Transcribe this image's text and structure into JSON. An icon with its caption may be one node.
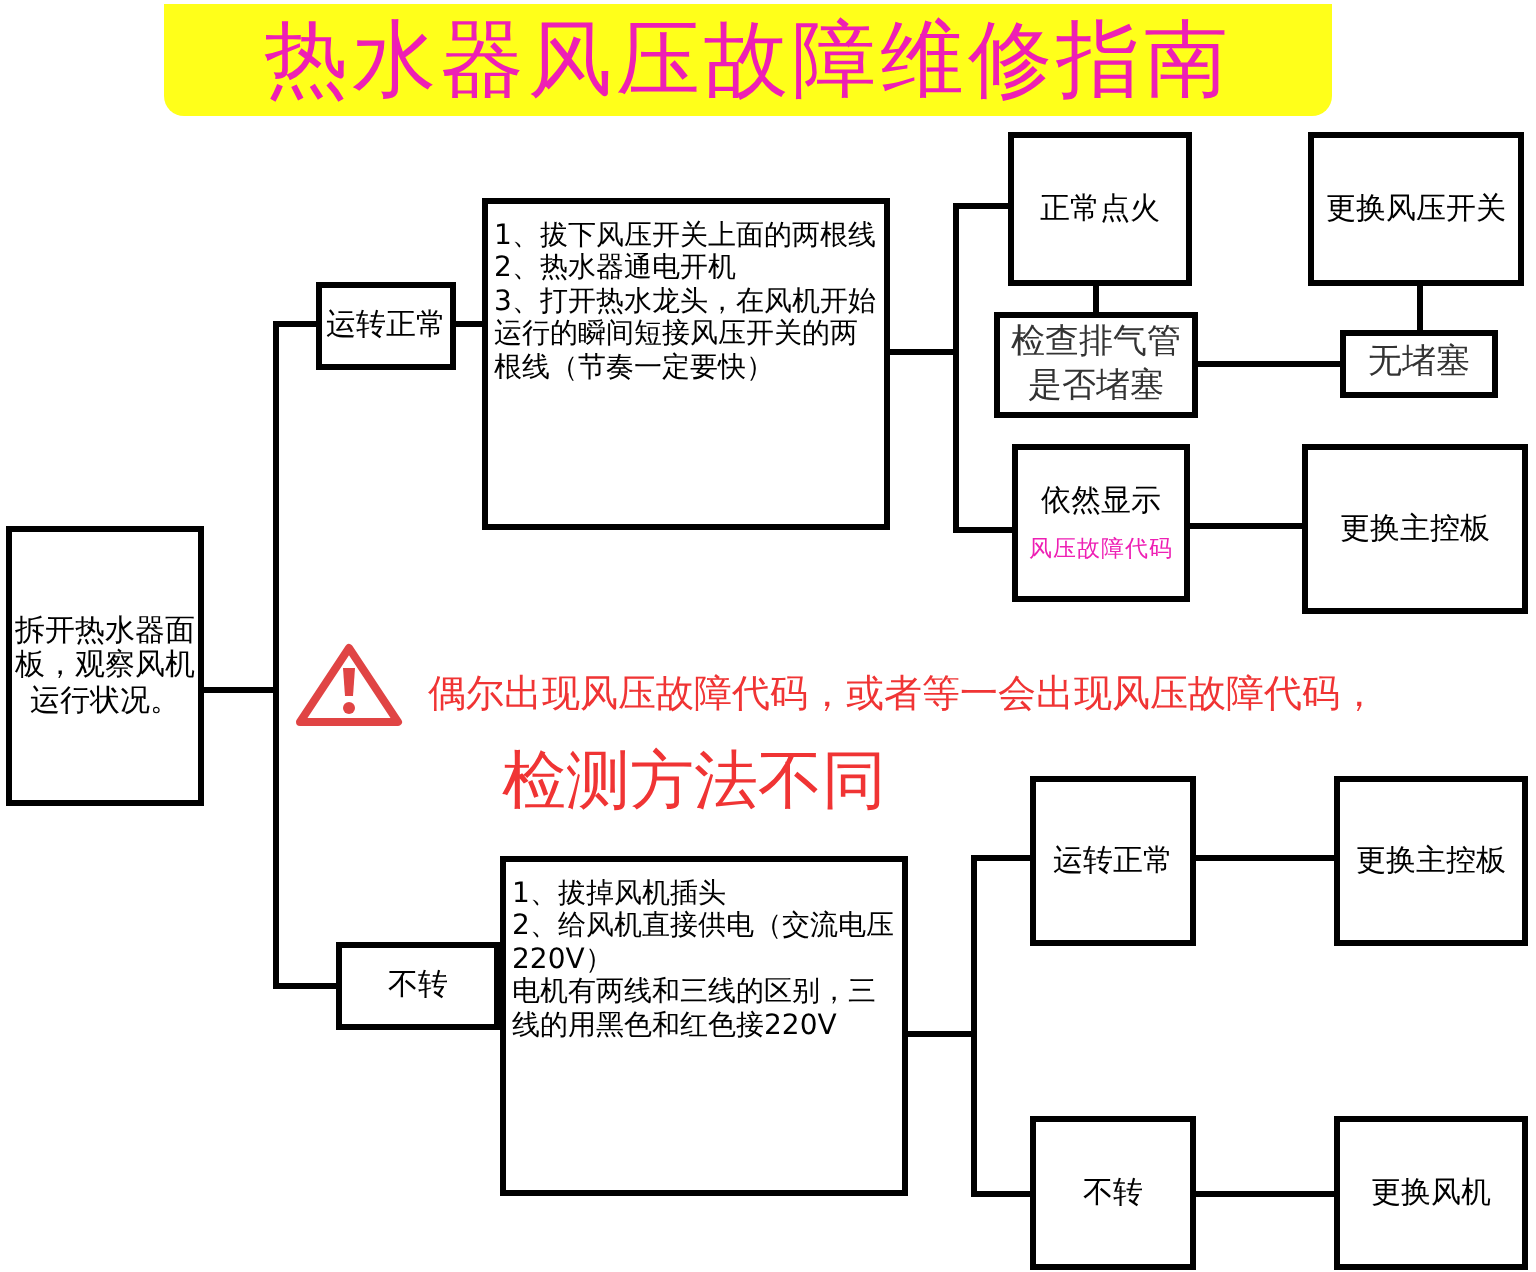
{
  "diagram": {
    "title": "热水器风压故障维修指南",
    "nodes": [
      {
        "text": [
          "拆开热水器面板，观察风机运行状况。"
        ]
      },
      {
        "text": [
          "运转正常"
        ]
      },
      {
        "text": [
          "1、拔下风压开关上面的两根线",
          "2、热水器通电开机",
          "3、打开热水龙头，在风机开始运行的瞬间短接风压开关的两根线（节奏一定要快）"
        ]
      },
      {
        "text": [
          "正常点火"
        ]
      },
      {
        "text": [
          "检查排气管是否堵塞"
        ]
      },
      {
        "text": [
          "依然显示",
          "风压故障代码"
        ]
      },
      {
        "text": [
          "更换风压开关"
        ]
      },
      {
        "text": [
          "无堵塞"
        ]
      },
      {
        "text": [
          "更换主控板"
        ]
      },
      {
        "text": [
          "不转"
        ]
      },
      {
        "text": [
          "1、拔掉风机插头",
          "2、给风机直接供电（交流电压220V）",
          "电机有两线和三线的区别，三线的用黑色和红色接220V"
        ]
      },
      {
        "text": [
          "运转正常"
        ]
      },
      {
        "text": [
          "更换主控板"
        ]
      },
      {
        "text": [
          "不转"
        ]
      },
      {
        "text": [
          "更换风机"
        ]
      }
    ],
    "edges": [
      {
        "from": 0,
        "to": 1,
        "arrow": "none"
      },
      {
        "from": 0,
        "to": 9,
        "arrow": "none"
      },
      {
        "from": 1,
        "to": 2,
        "arrow": "none"
      },
      {
        "from": 2,
        "to": 3,
        "arrow": "none"
      },
      {
        "from": 2,
        "to": 5,
        "arrow": "none"
      },
      {
        "from": 3,
        "to": 4,
        "arrow": "none"
      },
      {
        "from": 4,
        "to": 7,
        "arrow": "none"
      },
      {
        "from": 7,
        "to": 6,
        "arrow": "none"
      },
      {
        "from": 5,
        "to": 8,
        "arrow": "none"
      },
      {
        "from": 10,
        "to": 11,
        "arrow": "none"
      },
      {
        "from": 10,
        "to": 13,
        "arrow": "none"
      },
      {
        "from": 11,
        "to": 12,
        "arrow": "none"
      },
      {
        "from": 13,
        "to": 14,
        "arrow": "none"
      }
    ],
    "labels": [
      "偶尔出现风压故障代码，或者等一会出现风压故障代码，",
      "检测方法不同"
    ]
  }
}
